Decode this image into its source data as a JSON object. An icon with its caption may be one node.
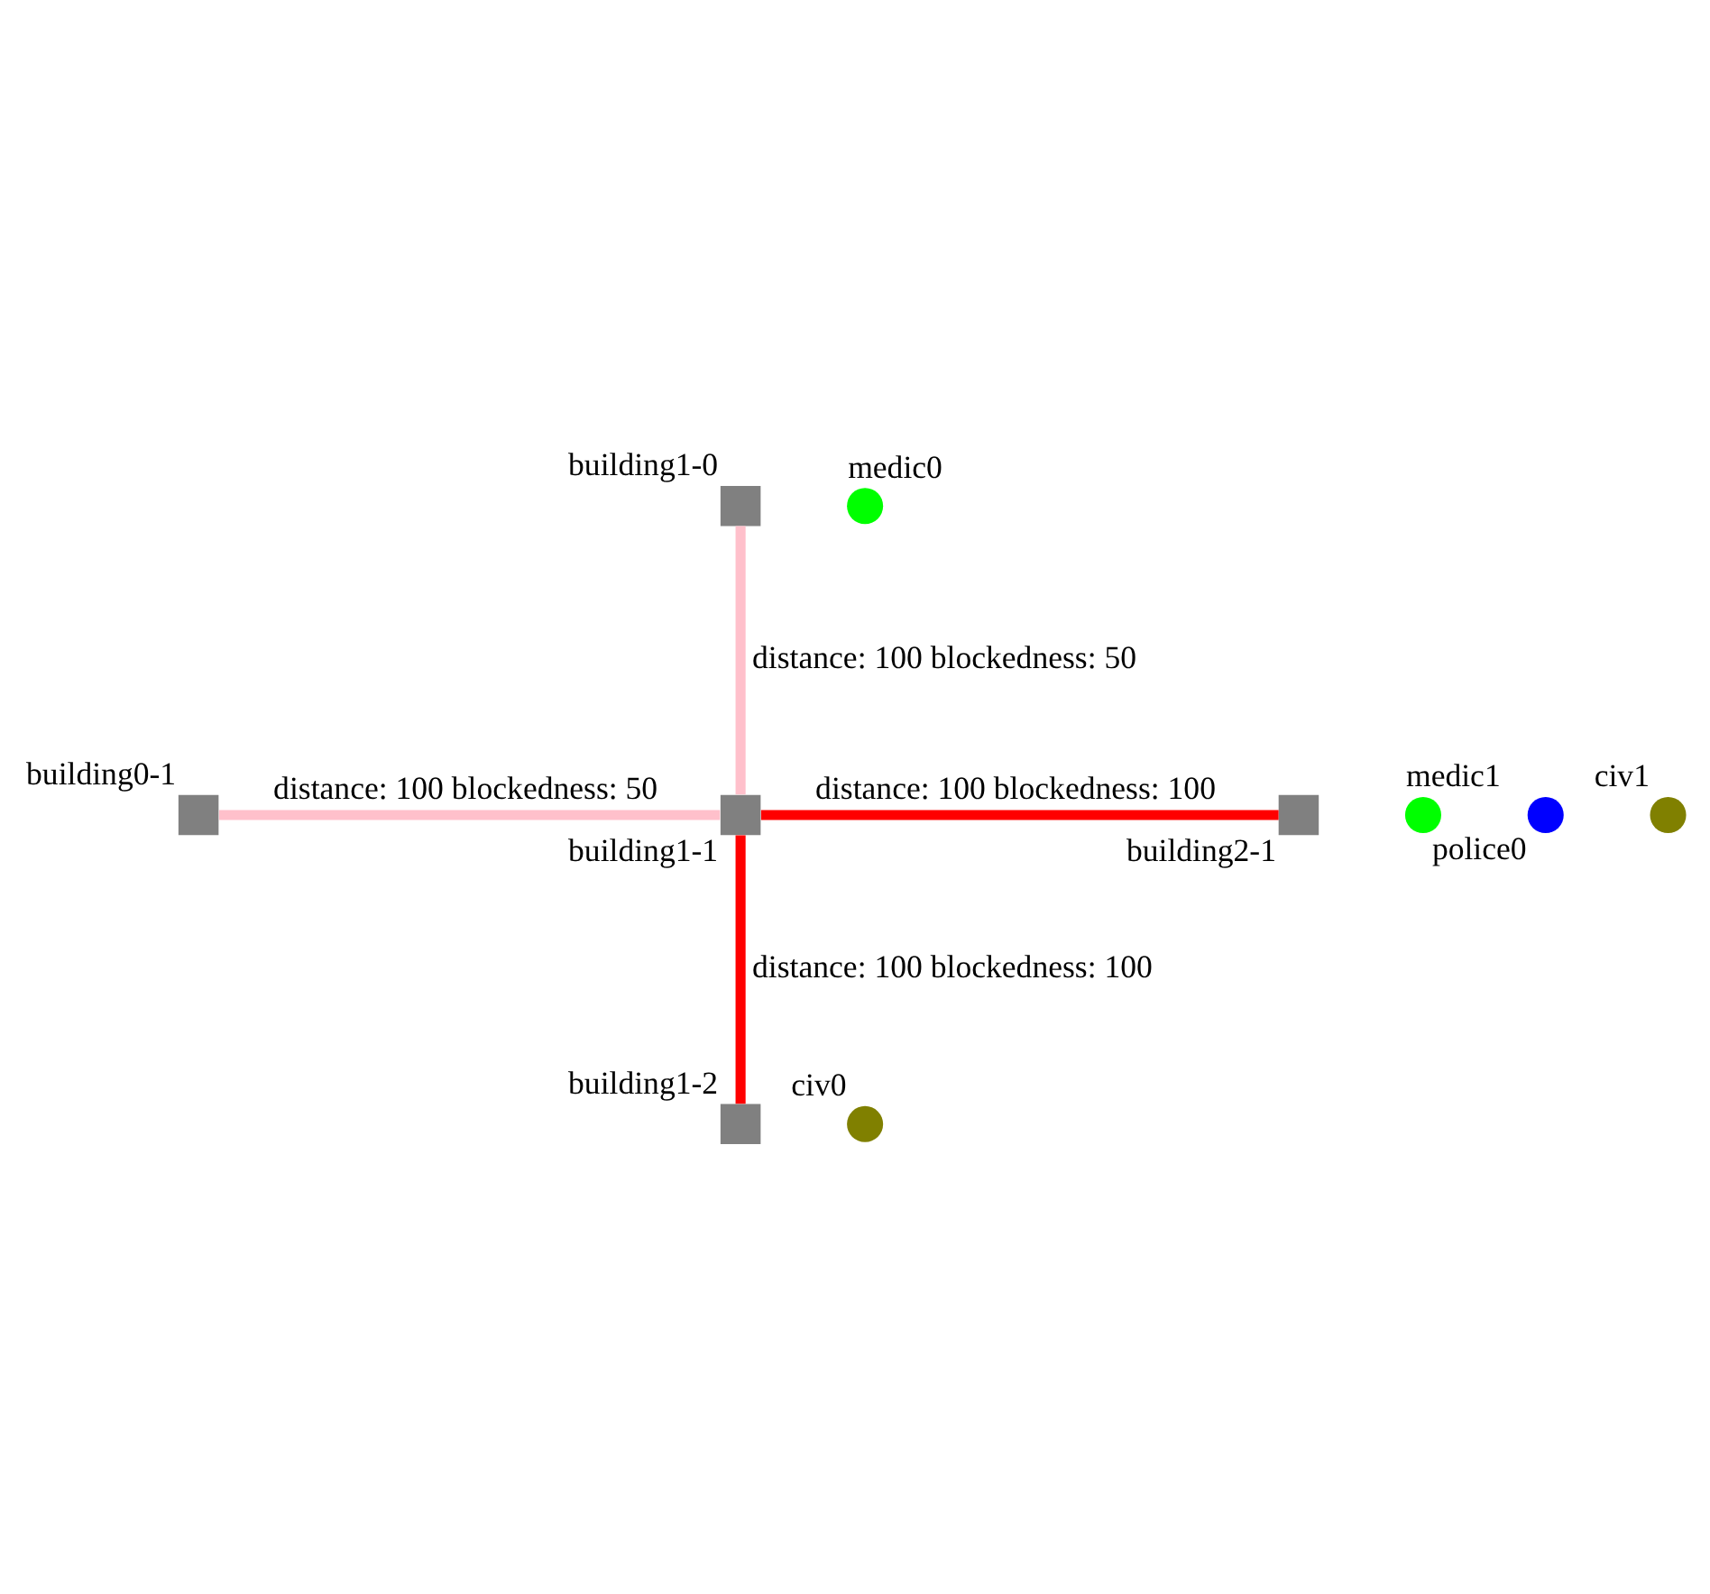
{
  "diagram": {
    "nodes": [
      {
        "text": [
          "building1-0"
        ]
      },
      {
        "text": [
          "medic0"
        ]
      },
      {
        "text": [
          "building0-1"
        ]
      },
      {
        "text": [
          "building1-1"
        ]
      },
      {
        "text": [
          "building2-1"
        ]
      },
      {
        "text": [
          "medic1"
        ]
      },
      {
        "text": [
          "police0"
        ]
      },
      {
        "text": [
          "civ1"
        ]
      },
      {
        "text": [
          "building1-2"
        ]
      },
      {
        "text": [
          "civ0"
        ]
      }
    ],
    "edges": [
      {
        "from": 0,
        "to": 3,
        "arrow": "none",
        "label": "distance: 100 blockedness: 50",
        "color": "#ffc0cb"
      },
      {
        "from": 2,
        "to": 3,
        "arrow": "none",
        "label": "distance: 100 blockedness: 50",
        "color": "#ffc0cb"
      },
      {
        "from": 3,
        "to": 4,
        "arrow": "none",
        "label": "distance: 100 blockedness: 100",
        "color": "#ff0000"
      },
      {
        "from": 3,
        "to": 8,
        "arrow": "none",
        "label": "distance: 100 blockedness: 100",
        "color": "#ff0000"
      }
    ]
  }
}
